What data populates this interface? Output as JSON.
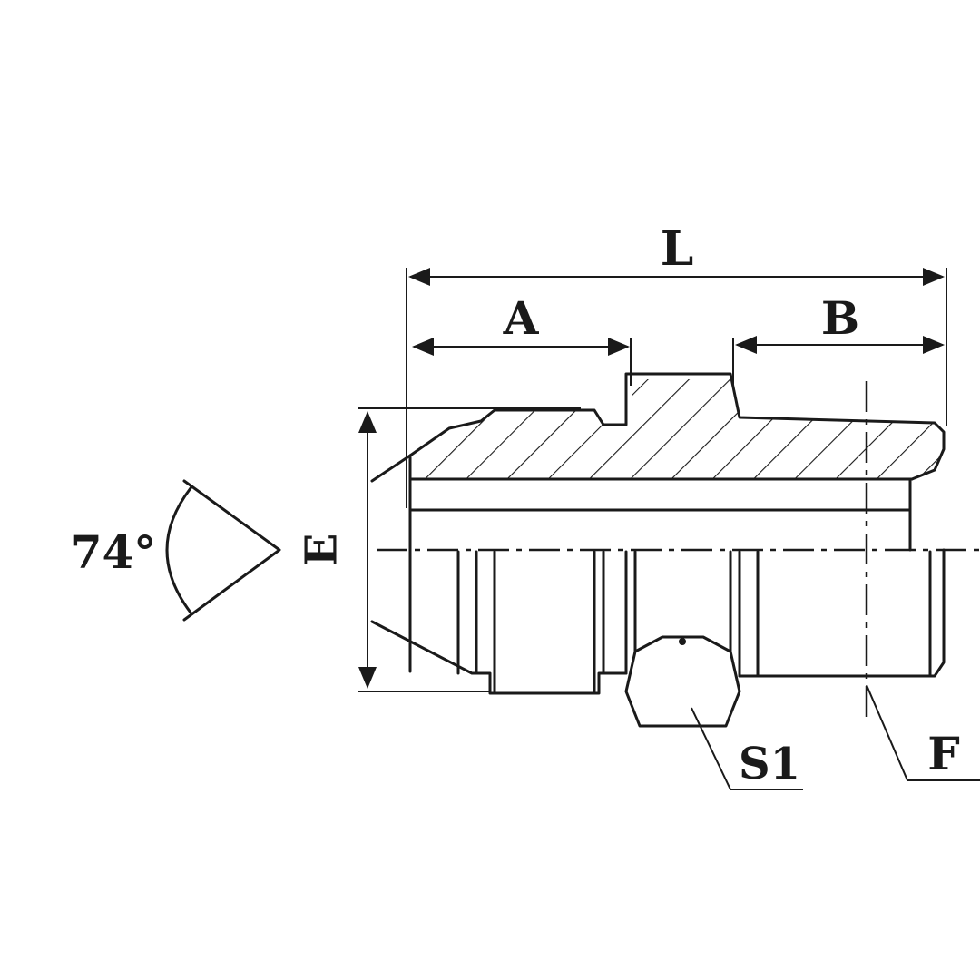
{
  "labels": {
    "overall_length": "L",
    "left_thread_length": "A",
    "right_thread_length": "B",
    "flare_angle": "74°",
    "diameter": "E",
    "hex_size": "S1",
    "thread": "F"
  }
}
